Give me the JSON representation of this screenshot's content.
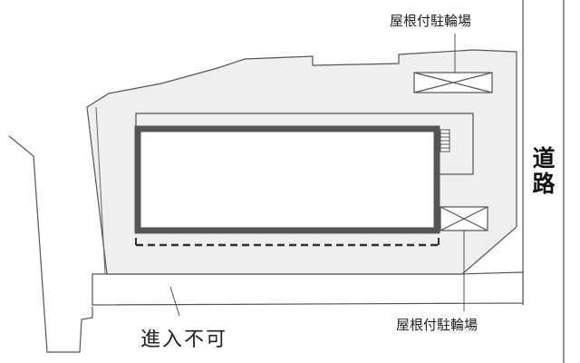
{
  "labels": {
    "roof_bicycle_parking_top": "屋根付駐輪場",
    "roof_bicycle_parking_bottom": "屋根付駐輪場",
    "road_char_1": "道",
    "road_char_2": "路",
    "no_entry": "進入不可"
  },
  "colors": {
    "lot_fill": "#efefef",
    "outline": "#555555",
    "building_border": "#555555",
    "building_fill": "#ffffff"
  }
}
